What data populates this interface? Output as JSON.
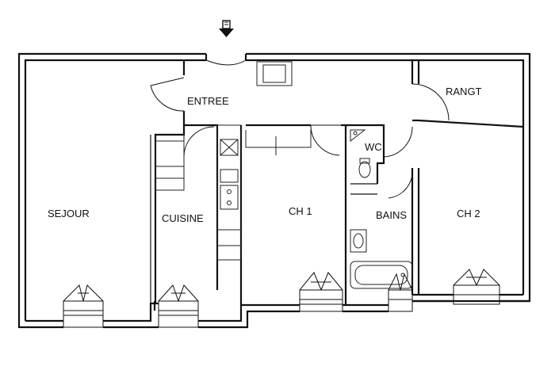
{
  "rooms": {
    "sejour": "SEJOUR",
    "entree": "ENTREE",
    "cuisine": "CUISINE",
    "ch1": "CH 1",
    "wc": "WC",
    "bains": "BAINS",
    "rangt": "RANGT",
    "ch2": "CH 2"
  },
  "icons": {
    "entrance": "down-arrow-icon"
  }
}
